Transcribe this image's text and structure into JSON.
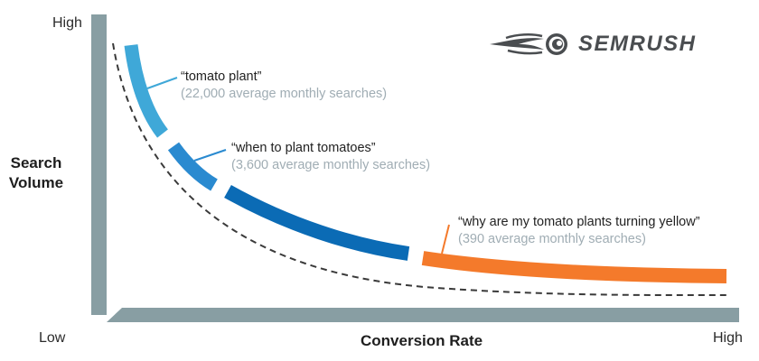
{
  "brand": {
    "name": "SEMRUSH",
    "logo_icon": "semrush-fireball-icon",
    "color": "#4a4d50"
  },
  "axes": {
    "y_title_line1": "Search",
    "y_title_line2": "Volume",
    "y_high": "High",
    "x_low": "Low",
    "x_title": "Conversion Rate",
    "x_high": "High",
    "axis_color": "#889ea3"
  },
  "annotations": [
    {
      "keyword": "“tomato plant”",
      "searches": "(22,000 average monthly searches)",
      "color": "#3fa8d8"
    },
    {
      "keyword": "“when to plant tomatoes”",
      "searches": "(3,600 average monthly searches)",
      "color": "#2a8ad0"
    },
    {
      "keyword": "“why are my tomato plants turning yellow”",
      "searches": "(390 average monthly searches)",
      "color": "#f47a2b"
    }
  ],
  "chart_data": {
    "type": "line",
    "title": "",
    "xlabel": "Conversion Rate",
    "ylabel": "Search Volume",
    "x_ticks": [
      "Low",
      "High"
    ],
    "y_ticks": [
      "High"
    ],
    "series": [
      {
        "name": "“tomato plant”",
        "monthly_searches": 22000,
        "color": "#3fa8d8",
        "segment": "head"
      },
      {
        "name": "“when to plant tomatoes”",
        "monthly_searches": 3600,
        "color": "#2a8ad0",
        "segment": "middle"
      },
      {
        "name": "(unlabeled middle segment)",
        "color": "#0b6bb5",
        "segment": "middle-long"
      },
      {
        "name": "“why are my tomato plants turning yellow”",
        "monthly_searches": 390,
        "color": "#f47a2b",
        "segment": "long tail"
      }
    ],
    "reference_curve": "dashed long-tail curve",
    "grid": false,
    "legend": "none"
  }
}
